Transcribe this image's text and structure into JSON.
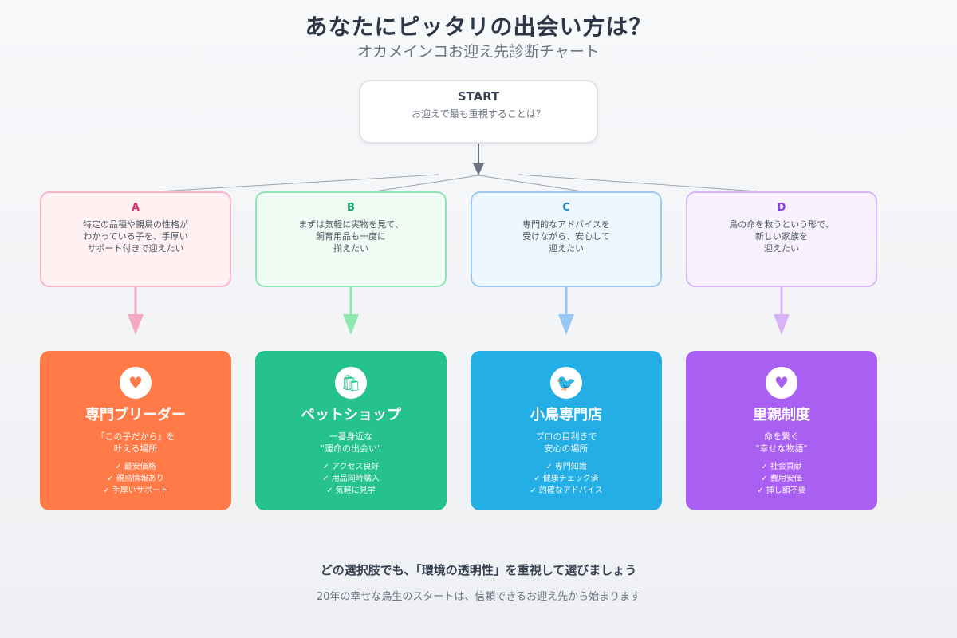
{
  "header": {
    "title": "あなたにピッタリの出会い方は？",
    "subtitle": "オカメインコお迎え先診断チャート"
  },
  "start": {
    "label": "START",
    "question": "お迎えで最も重視することは？"
  },
  "options": [
    {
      "letter": "A",
      "text": "特定の品種や親鳥の性格が\nわかっている子を、手厚い\nサポート付きで迎えたい",
      "accent": "#d6336c",
      "border": "#f4b6c8",
      "bg": "#fff0f2",
      "arrow": "#f7a8c4"
    },
    {
      "letter": "B",
      "text": "まずは気軽に実物を見て、\n飼育用品も一度に\n揃えたい",
      "accent": "#16a06b",
      "border": "#8fe3b5",
      "bg": "#eefbf3",
      "arrow": "#8fe8b0"
    },
    {
      "letter": "C",
      "text": "専門的なアドバイスを\n受けながら、安心して\n迎えたい",
      "accent": "#2b86c5",
      "border": "#9ccaf0",
      "bg": "#eef6fd",
      "arrow": "#95c8f5"
    },
    {
      "letter": "D",
      "text": "鳥の命を救うという形で、\n新しい家族を\n迎えたい",
      "accent": "#8b3fd9",
      "border": "#d6b8f3",
      "bg": "#f7f0fd",
      "arrow": "#d9b2f7"
    }
  ],
  "results": [
    {
      "icon": "♥",
      "icon_name": "heart-icon",
      "icon_color": "#ff7a47",
      "title": "専門ブリーダー",
      "desc": "「この子だから」を\n叶える場所",
      "features": "✓ 最安価格\n✓ 親鳥情報あり\n✓ 手厚いサポート",
      "color": "#ff7a47"
    },
    {
      "icon": "🛍",
      "icon_name": "shopping-bag-icon",
      "icon_color": "#26c28b",
      "title": "ペットショップ",
      "desc": "一番身近な\n\"運命の出会い\"",
      "features": "✓ アクセス良好\n✓ 用品同時購入\n✓ 気軽に見学",
      "color": "#26c28b"
    },
    {
      "icon": "🐦",
      "icon_name": "bird-icon",
      "icon_color": "#23aee6",
      "title": "小鳥専門店",
      "desc": "プロの目利きで\n安心の場所",
      "features": "✓ 専門知識\n✓ 健康チェック済\n✓ 的確なアドバイス",
      "color": "#23aee6"
    },
    {
      "icon": "♥",
      "icon_name": "heart-icon",
      "icon_color": "#a95ff2",
      "title": "里親制度",
      "desc": "命を繋ぐ\n\"幸せな物語\"",
      "features": "✓ 社会貢献\n✓ 費用安価\n✓ 挿し餌不要",
      "color": "#a95ff2"
    }
  ],
  "footer": {
    "main": "どの選択肢でも、「環境の透明性」を重視して選びましょう",
    "sub": "20年の幸せな鳥生のスタートは、信頼できるお迎え先から始まります"
  }
}
